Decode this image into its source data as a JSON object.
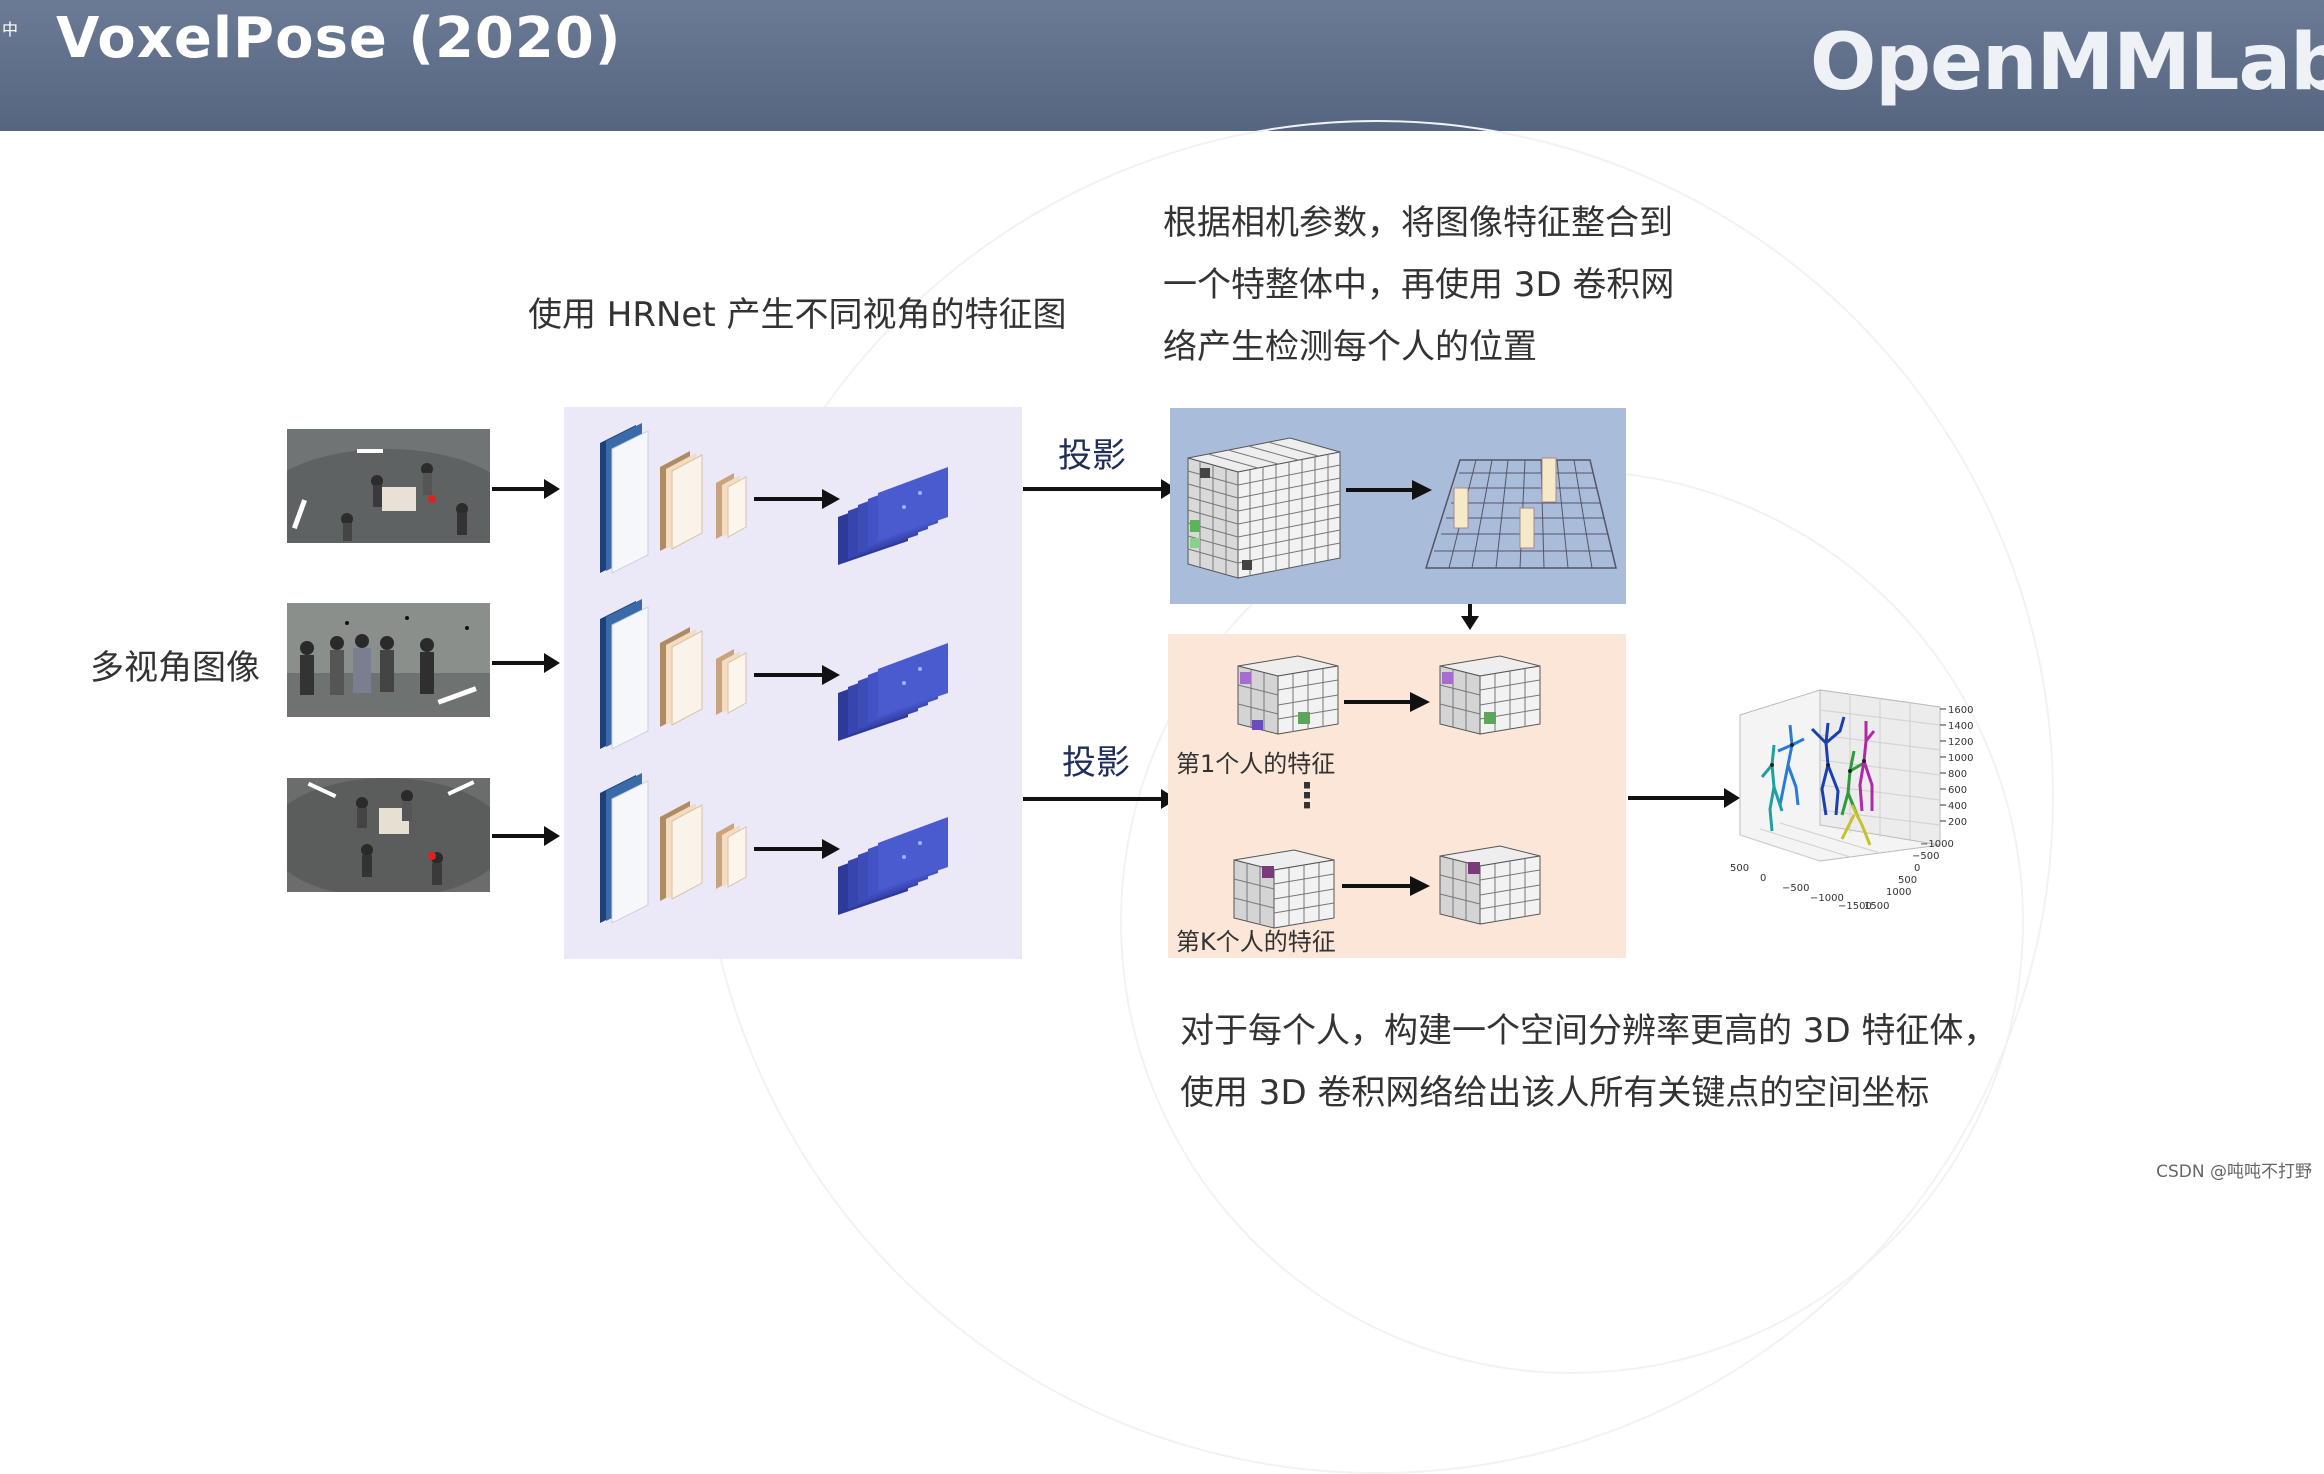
{
  "header": {
    "title": "VoxelPose (2020)",
    "corner_char": "中",
    "logo_text": "OpenMMLab"
  },
  "annotations": {
    "hrnet_caption": "使用 HRNet 产生不同视角的特征图",
    "multi_view_label": "多视角图像",
    "projection_top": "投影",
    "projection_bottom": "投影",
    "camera_text_line1": "根据相机参数，将图像特征整合到",
    "camera_text_line2": "一个特整体中，再使用 3D 卷积网",
    "camera_text_line3": "络产生检测每个人的位置",
    "person1_label": "第1个人的特征",
    "personK_label": "第K个人的特征",
    "ellipsis": "⋮",
    "bottom_text_line1": "对于每个人，构建一个空间分辨率更高的 3D 特征体，",
    "bottom_text_line2": "使用 3D 卷积网络给出该人所有关键点的空间坐标"
  },
  "plot3d": {
    "z_ticks": [
      "1600",
      "1400",
      "1200",
      "1000",
      "800",
      "600",
      "400",
      "200"
    ],
    "y_ticks": [
      "−1000",
      "−500",
      "0",
      "500",
      "1000",
      "1500"
    ],
    "x_ticks": [
      "500",
      "0",
      "−500",
      "−1000",
      "−1500"
    ]
  },
  "colors": {
    "header_bg": "#5f6f8a",
    "hrnet_panel": "#ebe8f7",
    "voxel_panel_top": "#a9bcd9",
    "voxel_panel_bottom": "#fbe6d7",
    "feature_map": "#3a46b0"
  },
  "watermark": "CSDN @吨吨不打野"
}
